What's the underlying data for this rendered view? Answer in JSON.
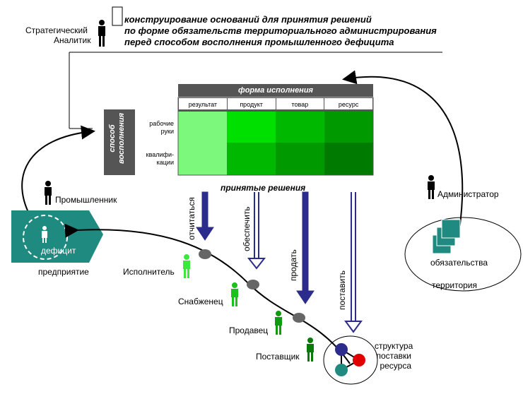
{
  "title_lines": [
    "конструирование оснований для принятия решений",
    "по форме обязательств территориального администрирования",
    "перед способом восполнения промышленного дефицита"
  ],
  "roles": {
    "strategic": "Стратегический",
    "analyst": "Аналитик",
    "industrialist": "Промышленник",
    "administrator": "Администратор",
    "executor": "Исполнитель",
    "supplier_snab": "Снабженец",
    "seller": "Продавец",
    "provider": "Поставщик"
  },
  "table": {
    "header": "форма исполнения",
    "columns": [
      "результат",
      "продукт",
      "товар",
      "ресурс"
    ],
    "side_header": "способ восполнения",
    "rows": [
      "рабочие руки",
      "квалифи-кации"
    ]
  },
  "decisions": "принятые решения",
  "actions": [
    "отчитаться",
    "обеспечить",
    "продать",
    "поставить"
  ],
  "enterprise": {
    "deficit": "дефицит",
    "label": "предприятие"
  },
  "territory": {
    "obligations": "обязательства",
    "label": "территория"
  },
  "structure": [
    "структура",
    "поставки",
    "ресурса"
  ],
  "colors": {
    "dark_gray": "#555555",
    "green_light": "#7cf87c",
    "green_bright": "#00e000",
    "green_mid": "#00b800",
    "green_dark": "#008c00",
    "teal": "#1f8a80",
    "navy": "#2c2c8c"
  }
}
